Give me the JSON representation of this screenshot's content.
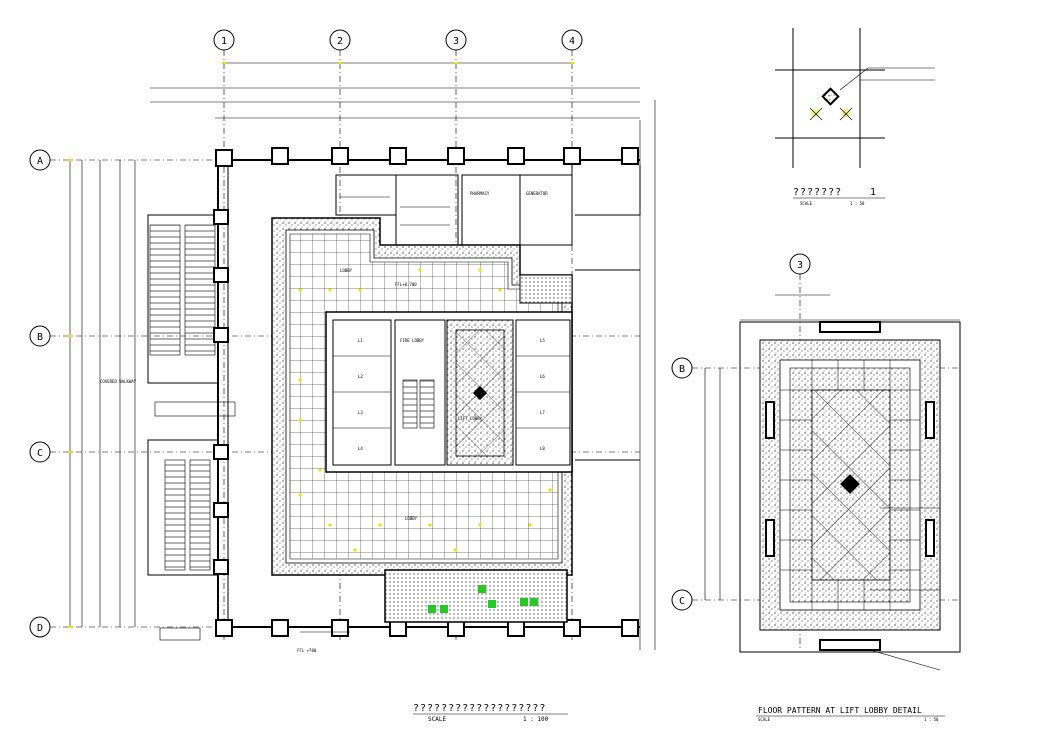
{
  "drawing": {
    "main_plan": {
      "title": "???????????????????",
      "scale_label": "SCALE",
      "scale_value": "1 : 100",
      "grid_columns": [
        "1",
        "2",
        "3",
        "4"
      ],
      "grid_rows": [
        "A",
        "B",
        "C",
        "D"
      ],
      "room_labels": {
        "lobby": "LOBBY",
        "fire_lobby": "FIRE LOBBY",
        "lift_lobby": "LIFT LOBBY",
        "pharmacy": "PHARMACY",
        "generator": "GENERATOR",
        "covered_walkway": "COVERED WALKWAY",
        "ffl_700": "FFL +700",
        "ffl_lobby": "FFL+0.700",
        "lifts": [
          "L1",
          "L2",
          "L3",
          "L4",
          "L5",
          "L6",
          "L7",
          "L8"
        ]
      }
    },
    "corner_detail": {
      "title": "???????",
      "number": "1",
      "scale_label": "SCALE",
      "scale_value": "1 : 50"
    },
    "lobby_detail": {
      "title": "FLOOR PATTERN AT LIFT LOBBY DETAIL",
      "scale_label": "SCALE",
      "scale_value": "1 : 50",
      "grid_column": "3",
      "grid_rows": [
        "B",
        "C"
      ]
    }
  },
  "colors": {
    "line": "#000000",
    "background": "#ffffff",
    "marker_yellow": "#e6e600",
    "planter_green": "#22cc22"
  }
}
